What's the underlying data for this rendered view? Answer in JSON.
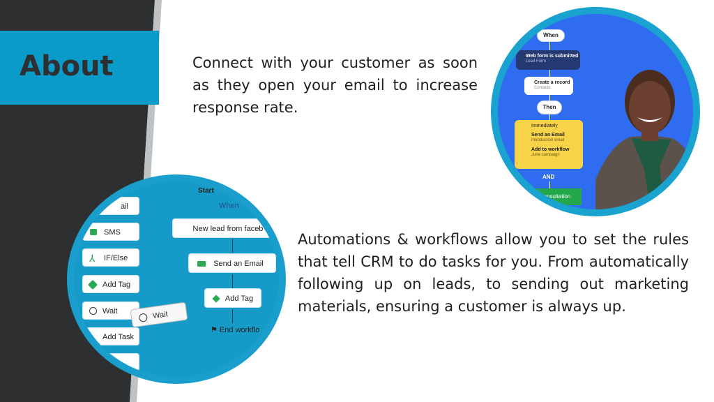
{
  "title": "About",
  "paragraph_top": "Connect with your customer as soon as they open your email to increase response rate.",
  "paragraph_bottom": "Automations & workflows allow you to set the rules that tell CRM to do tasks for you. From automatically following up on leads, to sending out marketing materials, ensuring a customer is always up.",
  "colors": {
    "accent": "#0a9bc9",
    "dark_band": "#2d2f31",
    "circle_blue": "#2f6cf0"
  },
  "top_right_flow": {
    "when": "When",
    "trigger": "Web form is submitted",
    "trigger_sub": "Lead Form",
    "create": "Create a record",
    "create_sub": "Contacts",
    "then": "Then",
    "immediately": "Immediately",
    "send_email": "Send an Email",
    "send_email_sub": "Introduction email",
    "add_workflow": "Add to workflow",
    "add_workflow_sub": "June campaign",
    "and": "AND",
    "consultation": "ree Consultation"
  },
  "bottom_left_flow": {
    "side_items": [
      "ail",
      "SMS",
      "IF/Else",
      "Add Tag",
      "Wait",
      "Add Task"
    ],
    "start": "Start",
    "when": "When",
    "new_lead": "New lead from faceb",
    "send_email": "Send an Email",
    "add_tag": "Add Tag",
    "end": "End workflo",
    "wait_chip": "Wait"
  }
}
